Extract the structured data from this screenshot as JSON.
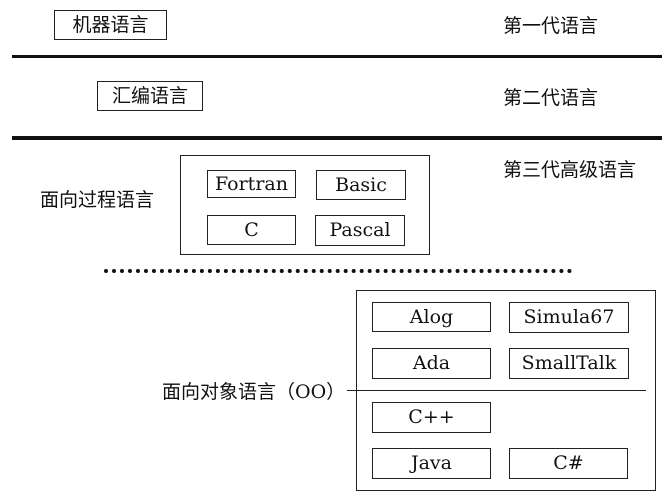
{
  "generations": {
    "first": {
      "level_label": "第一代语言",
      "language": "机器语言"
    },
    "second": {
      "level_label": "第二代语言",
      "language": "汇编语言"
    },
    "third": {
      "level_label": "第三代高级语言",
      "procedural": {
        "label": "面向过程语言",
        "languages": [
          "Fortran",
          "Basic",
          "C",
          "Pascal"
        ]
      },
      "object_oriented": {
        "label": "面向对象语言（OO）",
        "languages": [
          "Alog",
          "Simula67",
          "Ada",
          "SmallTalk",
          "C++",
          "Java",
          "C#"
        ]
      }
    }
  }
}
